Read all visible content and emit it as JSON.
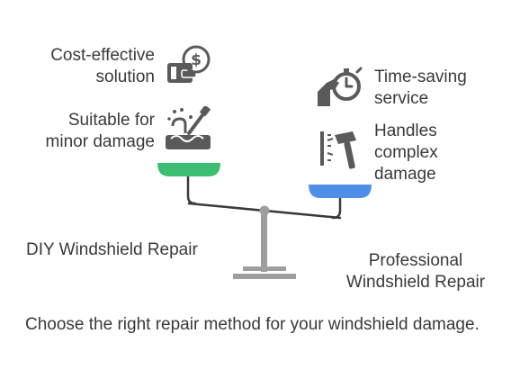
{
  "left": {
    "label": "DIY Windshield Repair",
    "items": [
      {
        "line1": "Cost-effective",
        "line2": "solution",
        "icon": "wallet-dollar-icon"
      },
      {
        "line1": "Suitable for",
        "line2": "minor damage",
        "icon": "repair-tool-icon"
      }
    ],
    "pan_color": "#3dbf73"
  },
  "right": {
    "label_line1": "Professional",
    "label_line2": "Windshield Repair",
    "items": [
      {
        "line1": "Time-saving",
        "line2": "service",
        "icon": "hand-stopwatch-icon"
      },
      {
        "line1": "Handles",
        "line2": "complex",
        "line3": "damage",
        "icon": "hammer-impact-icon"
      }
    ],
    "pan_color": "#4f8fe8"
  },
  "caption": "Choose the right repair method for your windshield damage.",
  "colors": {
    "beam": "#3a3a3a",
    "stand": "#9e9e9e",
    "text": "#3a3a3a",
    "icon": "#5a5a5a"
  }
}
